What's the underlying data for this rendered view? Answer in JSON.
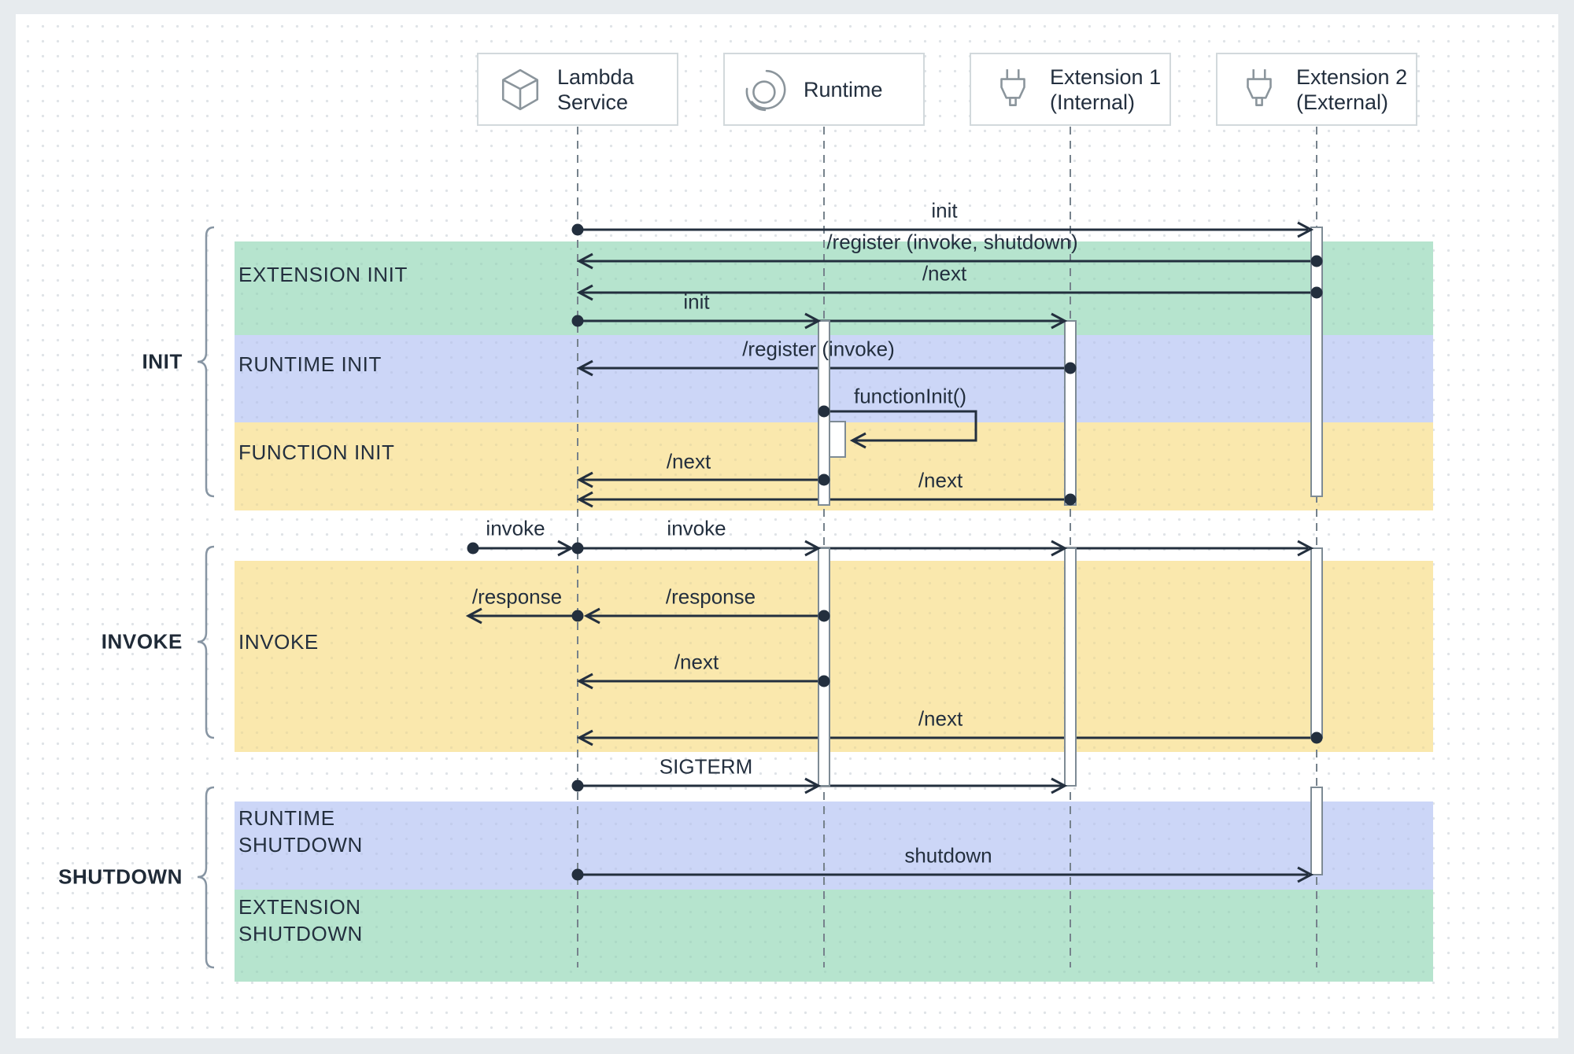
{
  "diagram": {
    "actors": [
      {
        "icon": "lambda-cube-icon",
        "lines": [
          "Lambda",
          "Service"
        ]
      },
      {
        "icon": "runtime-spiral-icon",
        "lines": [
          "Runtime"
        ]
      },
      {
        "icon": "plug-icon",
        "lines": [
          "Extension 1",
          "(Internal)"
        ]
      },
      {
        "icon": "plug-icon",
        "lines": [
          "Extension 2",
          "(External)"
        ]
      }
    ],
    "sections": [
      {
        "label": "INIT",
        "bands": [
          {
            "lines": [
              "EXTENSION INIT"
            ],
            "color": "#b6e4ce"
          },
          {
            "lines": [
              "RUNTIME INIT"
            ],
            "color": "#ccd6f7"
          },
          {
            "lines": [
              "FUNCTION INIT"
            ],
            "color": "#fae8ad"
          }
        ]
      },
      {
        "label": "INVOKE",
        "bands": [
          {
            "lines": [
              "INVOKE"
            ],
            "color": "#fae8ad"
          }
        ]
      },
      {
        "label": "SHUTDOWN",
        "bands": [
          {
            "lines": [
              "RUNTIME",
              "SHUTDOWN"
            ],
            "color": "#ccd6f7"
          },
          {
            "lines": [
              "EXTENSION",
              "SHUTDOWN"
            ],
            "color": "#b6e4ce"
          }
        ]
      }
    ],
    "messages": {
      "init_ext2": "init",
      "register_invoke_shutdown": "/register (invoke, shutdown)",
      "next_ext2_init": "/next",
      "init_runtime": "init",
      "register_invoke": "/register (invoke)",
      "function_init": "functionInit()",
      "next_runtime_init": "/next",
      "next_ext1_init": "/next",
      "invoke_in": "invoke",
      "invoke_broadcast": "invoke",
      "response_out": "/response",
      "response_runtime": "/response",
      "next_runtime_invoke": "/next",
      "next_ext2_invoke": "/next",
      "sigterm": "SIGTERM",
      "shutdown": "shutdown"
    },
    "colors": {
      "ink": "#232f3e",
      "band_green": "#b6e4ce",
      "band_blue": "#ccd6f7",
      "band_yellow": "#fae8ad",
      "frame": "#e7ebee",
      "icon_gray": "#8b959c"
    }
  }
}
